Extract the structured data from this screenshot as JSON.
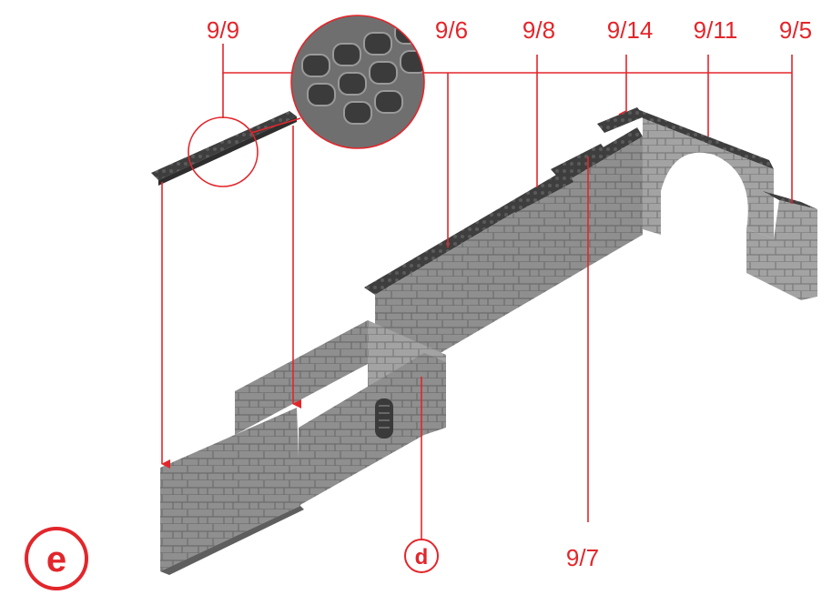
{
  "diagram": {
    "step_letter": "e",
    "sub_letter": "d",
    "part_labels": {
      "p99": "9/9",
      "p96": "9/6",
      "p98": "9/8",
      "p914": "9/14",
      "p911": "9/11",
      "p95": "9/5",
      "p97": "9/7"
    },
    "colors": {
      "accent": "#e2262b",
      "stone": "#8f8f8f",
      "stone_dark": "#5e5e5e",
      "coping": "#3e3e3e"
    }
  }
}
